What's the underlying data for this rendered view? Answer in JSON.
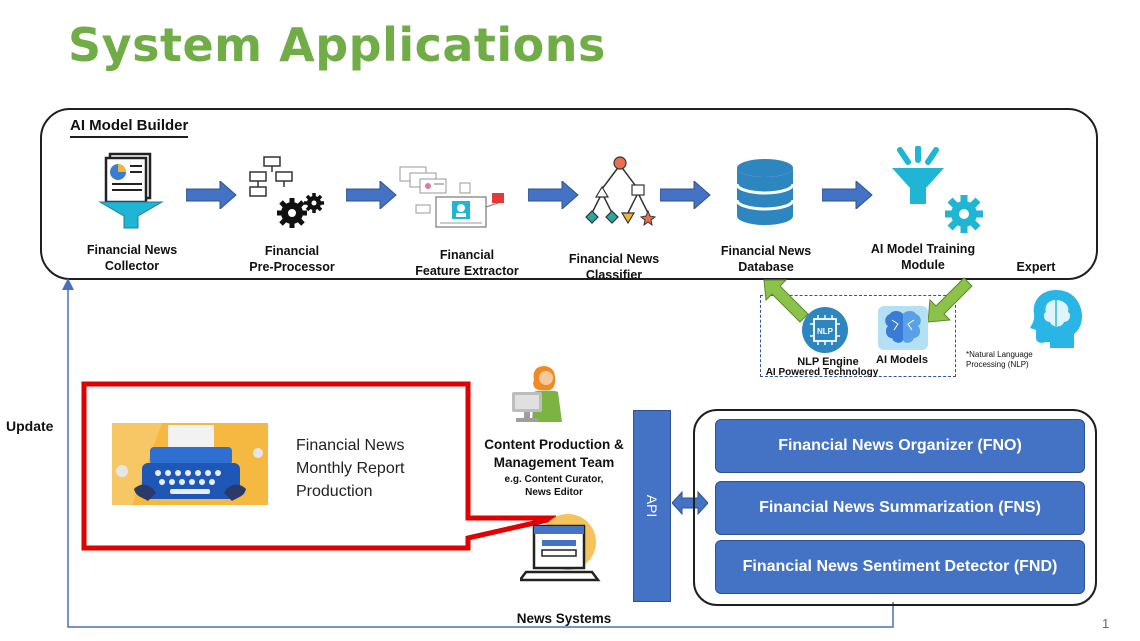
{
  "title": "System Applications",
  "builder": {
    "label": "AI Model Builder",
    "steps": [
      {
        "line1": "Financial News",
        "line2": "Collector",
        "icon": "news-funnel-icon"
      },
      {
        "line1": "Financial",
        "line2": "Pre-Processor",
        "icon": "flowchart-gears-icon"
      },
      {
        "line1": "Financial",
        "line2": "Feature Extractor",
        "icon": "feature-extractor-icon"
      },
      {
        "line1": "Financial News",
        "line2": "Classifier",
        "icon": "classifier-tree-icon"
      },
      {
        "line1": "Financial News",
        "line2": "Database",
        "icon": "database-icon"
      },
      {
        "line1": "AI Model Training",
        "line2": "Module",
        "icon": "model-training-icon"
      }
    ],
    "expert": "Expert"
  },
  "nlp": {
    "engine_label": "NLP Engine",
    "models_label": "AI Models",
    "chip_text": "NLP",
    "caption": "AI  Powered Technology",
    "footnote1": "*Natural Language",
    "footnote2": "Processing (NLP)"
  },
  "update_label": "Update",
  "report": {
    "line1": "Financial News",
    "line2": "Monthly Report",
    "line3": "Production"
  },
  "team": {
    "line1": "Content Production &",
    "line2": "Management Team",
    "line3": "e.g. Content Curator,",
    "line4": "News Editor"
  },
  "news_systems": "News Systems",
  "api_label": "API",
  "modules": [
    "Financial News Organizer (FNO)",
    "Financial News Summarization (FNS)",
    "Financial News Sentiment Detector  (FND)"
  ],
  "page_number": "1",
  "colors": {
    "title": "#70ad47",
    "accent_blue": "#4472c4",
    "highlight_red": "#e00000",
    "green_arrow": "#8bc34a",
    "teal_icon": "#1fb6d6"
  }
}
